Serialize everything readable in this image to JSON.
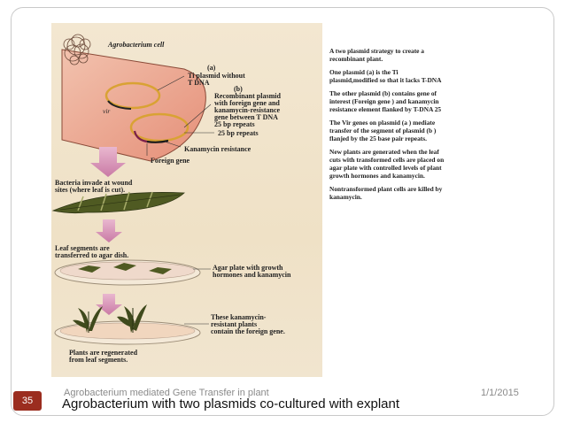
{
  "figure": {
    "label_cell": "Agrobacterium cell",
    "label_a_tag": "(a)",
    "label_a_1": "Ti plasmid without",
    "label_a_2": "T DNA",
    "label_vir": "vir",
    "label_b_tag": "(b)",
    "label_b_1": "Recombinant plasmid",
    "label_b_2": "with foreign gene and",
    "label_b_3": "kanamycin-resistance",
    "label_b_4": "gene between T DNA",
    "label_b_5": "25 bp repeats",
    "label_25bp": "25 bp repeats",
    "label_kan": "Kanamycin resistance",
    "label_foreign": "Foreign gene",
    "step1_1": "Bacteria invade at wound",
    "step1_2": "sites (where leaf is cut).",
    "step2_1": "Leaf segments are",
    "step2_2": "transferred to agar dish.",
    "step3_1": "Agar plate with growth",
    "step3_2": "hormones and kanamycin",
    "step4_1": "These kanamycin-",
    "step4_2": "resistant plants",
    "step4_3": "contain the foreign gene.",
    "step5_1": "Plants are regenerated",
    "step5_2": "from leaf segments."
  },
  "notes": [
    "A two plasmid strategy to create a\nrecombinant plant.",
    "One plasmid (a) is the Ti\nplasmid,modified so that it lacks T-DNA",
    "The other plasmid (b) contains gene of\ninterest (Foreign gene ) and  kanamycin\nresistance element flanked by T-DNA 25",
    "The Vir genes on plasmid (a ) mediate\ntransfer of the segment of plasmid (b )\nflanjed by the 25 base pair repeats.",
    "New plants are generated when the leaf\ncuts with transformed cells are placed on\nagar plate with controlled levels of plant\ngrowth hormones and kanamycin.",
    "Nontransformed plant cells are killed by\nkanamycin."
  ],
  "footer": {
    "slide_number": "35",
    "title": "Agrobacterium mediated Gene Transfer in plant",
    "date": "1/1/2015"
  },
  "caption": "Agrobacterium with two plasmids  co-cultured with  explant",
  "colors": {
    "accent": "#9b2d1f",
    "page_bg": "#efe1c6",
    "cell_fill": "#e9a48c",
    "plasmid_ring": "#d9a234",
    "leaf": "#4f5a22",
    "arrow": "#d79ab9"
  }
}
